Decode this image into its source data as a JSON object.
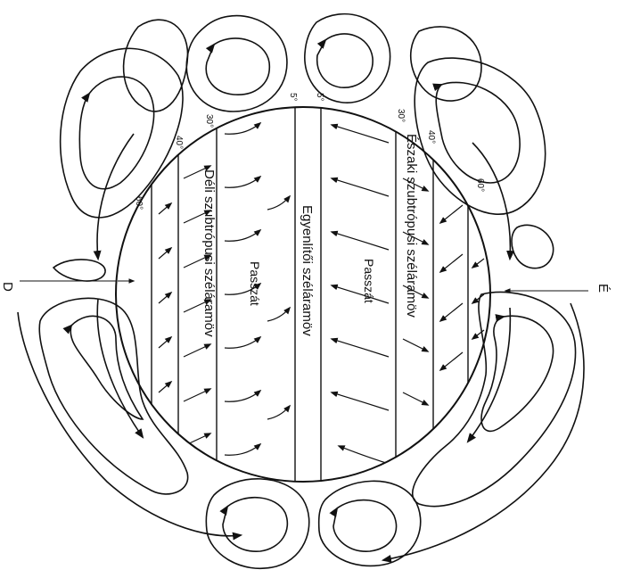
{
  "labels": {
    "north_subtropical": "Északi szubtrópusi széláramöv",
    "equatorial": "Egyenlítői széláramöv",
    "south_subtropical": "Déli szubtrópusi széláramöv",
    "trade_wind_north": "Passzát",
    "trade_wind_south": "Passzát",
    "pole_north": "É",
    "pole_south": "D"
  },
  "latitudes": {
    "south_60": "60°",
    "south_40": "40°",
    "south_30": "30°",
    "south_5": "5°",
    "north_5": "5°",
    "north_30": "30°",
    "north_40": "40°",
    "north_60": "60°"
  },
  "colors": {
    "line": "#111111",
    "background": "#ffffff"
  }
}
